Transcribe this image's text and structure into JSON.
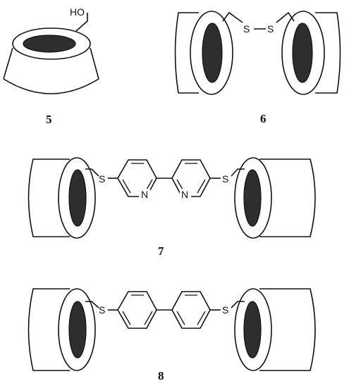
{
  "compound_labels": {
    "c5": "5",
    "c6": "6",
    "c7": "7",
    "c8": "8"
  },
  "atoms": {
    "hydroxyl": "HO",
    "sulfur": "S",
    "nitrogen": "N"
  },
  "colors": {
    "line": "#111111",
    "cavity": "#2e2e2e",
    "background": "#ffffff"
  }
}
